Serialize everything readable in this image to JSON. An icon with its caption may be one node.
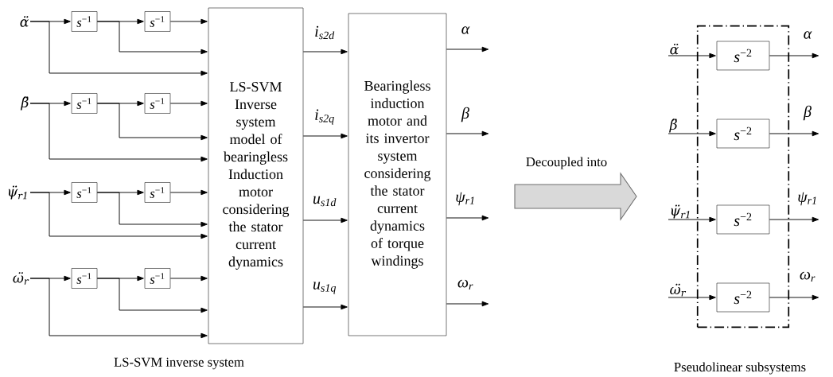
{
  "diagram": {
    "nodes": [
      {
        "text": [
          "α̈"
        ]
      },
      {
        "text": [
          "*s*$^{−1}$"
        ]
      },
      {
        "text": [
          "*s*$^{−1}$"
        ]
      },
      {
        "text": [
          "β̈"
        ]
      },
      {
        "text": [
          "*s*$^{−1}$"
        ]
      },
      {
        "text": [
          "*s*$^{−1}$"
        ]
      },
      {
        "text": [
          "ψ̈$_{r1}$"
        ]
      },
      {
        "text": [
          "*s*$^{−1}$"
        ]
      },
      {
        "text": [
          "*s*$^{−1}$"
        ]
      },
      {
        "text": [
          "ω̈$_{r}$"
        ]
      },
      {
        "text": [
          "*s*$^{−1}$"
        ]
      },
      {
        "text": [
          "*s*$^{−1}$"
        ]
      },
      {
        "text": [
          "LS-SVM Inverse system model of bearingless Induction motor considering the stator current dynamics"
        ]
      },
      {
        "text": [
          "Bearingless induction motor and its invertor system considering the stator current dynamics of torque windings"
        ]
      },
      {
        "text": [],
        "shape": "box"
      },
      {
        "text": [
          "α̈"
        ]
      },
      {
        "text": [
          "*s*$^{−2}$"
        ],
        "in": 14
      },
      {
        "text": [
          "β̈"
        ]
      },
      {
        "text": [
          "*s*$^{−2}$"
        ],
        "in": 14
      },
      {
        "text": [
          "ψ̈$_{r1}$"
        ]
      },
      {
        "text": [
          "*s*$^{−2}$"
        ],
        "in": 14
      },
      {
        "text": [
          "ω̈$_{r}$"
        ]
      },
      {
        "text": [
          "*s*$^{−2}$"
        ],
        "in": 14
      }
    ],
    "edges": [
      {
        "from": 0,
        "to": 1,
        "arrow": "to"
      },
      {
        "from": 1,
        "to": 2,
        "arrow": "to"
      },
      {
        "from": 2,
        "to": 12,
        "arrow": "to"
      },
      {
        "from": 1,
        "to": 12,
        "arrow": "to"
      },
      {
        "from": 0,
        "to": 12,
        "arrow": "to"
      },
      {
        "from": 3,
        "to": 4,
        "arrow": "to"
      },
      {
        "from": 4,
        "to": 5,
        "arrow": "to"
      },
      {
        "from": 5,
        "to": 12,
        "arrow": "to"
      },
      {
        "from": 4,
        "to": 12,
        "arrow": "to"
      },
      {
        "from": 3,
        "to": 12,
        "arrow": "to"
      },
      {
        "from": 6,
        "to": 7,
        "arrow": "to"
      },
      {
        "from": 7,
        "to": 8,
        "arrow": "to"
      },
      {
        "from": 8,
        "to": 12,
        "arrow": "to"
      },
      {
        "from": 7,
        "to": 12,
        "arrow": "to"
      },
      {
        "from": 6,
        "to": 12,
        "arrow": "to"
      },
      {
        "from": 9,
        "to": 10,
        "arrow": "to"
      },
      {
        "from": 10,
        "to": 11,
        "arrow": "to"
      },
      {
        "from": 11,
        "to": 12,
        "arrow": "to"
      },
      {
        "from": 10,
        "to": 12,
        "arrow": "to"
      },
      {
        "from": 9,
        "to": 12,
        "arrow": "to"
      },
      {
        "from": 12,
        "to": 13,
        "arrow": "to",
        "label": "i$_{s2d}$"
      },
      {
        "from": 12,
        "to": 13,
        "arrow": "to",
        "label": "i$_{s2q}$"
      },
      {
        "from": 12,
        "to": 13,
        "arrow": "to",
        "label": "u$_{s1d}$"
      },
      {
        "from": 12,
        "to": 13,
        "arrow": "to",
        "label": "u$_{s1q}$"
      },
      {
        "from": 13,
        "to": null,
        "arrow": "to",
        "label": "α"
      },
      {
        "from": 13,
        "to": null,
        "arrow": "to",
        "label": "β"
      },
      {
        "from": 13,
        "to": null,
        "arrow": "to",
        "label": "ψ$_{r1}$"
      },
      {
        "from": 13,
        "to": null,
        "arrow": "to",
        "label": "ω$_{r}$"
      },
      {
        "from": 15,
        "to": 16,
        "arrow": "to"
      },
      {
        "from": 16,
        "to": null,
        "arrow": "to",
        "label": "α"
      },
      {
        "from": 17,
        "to": 18,
        "arrow": "to"
      },
      {
        "from": 18,
        "to": null,
        "arrow": "to",
        "label": "β"
      },
      {
        "from": 19,
        "to": 20,
        "arrow": "to"
      },
      {
        "from": 20,
        "to": null,
        "arrow": "to",
        "label": "ψ$_{r1}$"
      },
      {
        "from": 21,
        "to": 22,
        "arrow": "to"
      },
      {
        "from": 22,
        "to": null,
        "arrow": "to",
        "label": "ω$_{r}$"
      }
    ],
    "labels": [
      "Decoupled into",
      "LS-SVM inverse system",
      "Pseudolinear subsystems"
    ]
  }
}
